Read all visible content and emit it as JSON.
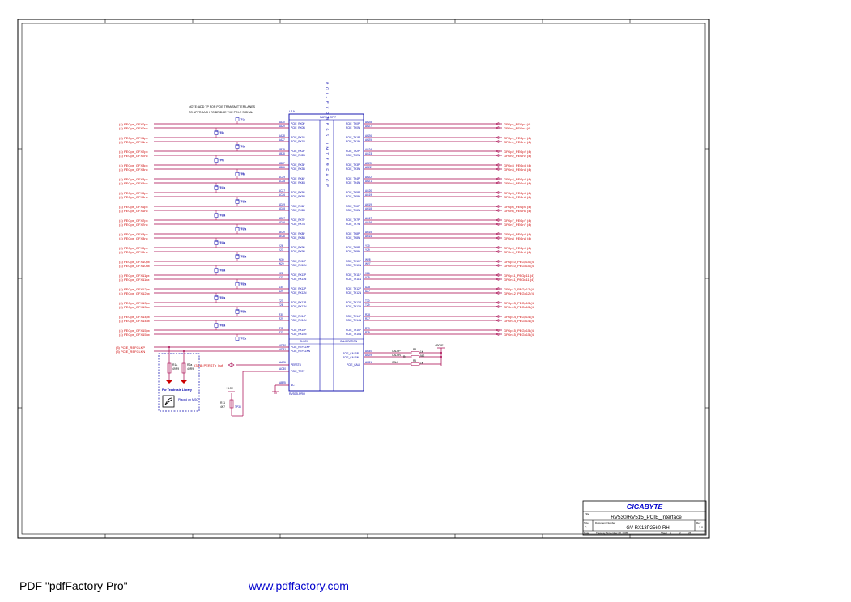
{
  "schematic": {
    "note_lines": [
      "NOTE: ADD TP FOR PCIE TRANSMITTER LANES",
      "TO APPROACH TO BRIDGE THE PCI-E SIGNAL"
    ],
    "chip": {
      "ref": "U1A",
      "header": "PART 1 OF 7",
      "part_number": "RV515-PRO",
      "vertical_label": "PCI-EXPRESS INTERFACE",
      "sect_left": "CLOCK",
      "sect_right": "CALIBRATION"
    },
    "rx_pairs": [
      {
        "net_p": "(4) PEGpx_GFX0px",
        "net_n": "(4) PEGpx_GFX0nx",
        "pin_p": "PCIE_RX0P",
        "pin_n": "PCIE_RX0N",
        "ball_p": "AA30",
        "ball_n": "AA29",
        "tp_a": "TP1a",
        "tp_b": "TP2a"
      },
      {
        "net_p": "(4) PEGpx_GFX1px",
        "net_n": "(4) PEGpx_GFX1nx",
        "pin_p": "PCIE_RX1P",
        "pin_n": "PCIE_RX1N",
        "ball_p": "AA28",
        "ball_n": "AA27",
        "tp_a": "TP3a",
        "tp_b": "TP4a"
      },
      {
        "net_p": "(4) PEGpx_GFX2px",
        "net_n": "(4) PEGpx_GFX2nx",
        "pin_p": "PCIE_RX2P",
        "pin_n": "PCIE_RX2N",
        "ball_p": "AB29",
        "ball_n": "AB28",
        "tp_a": "TP5a",
        "tp_b": "TP6a"
      },
      {
        "net_p": "(4) PEGpx_GFX3px",
        "net_n": "(4) PEGpx_GFX3nx",
        "pin_p": "PCIE_RX3P",
        "pin_n": "PCIE_RX3N",
        "ball_p": "AB27",
        "ball_n": "AB26",
        "tp_a": "TP7a",
        "tp_b": "TP8a"
      },
      {
        "net_p": "(4) PEGpx_GFX4px",
        "net_n": "(4) PEGpx_GFX4nx",
        "pin_p": "PCIE_RX4P",
        "pin_n": "PCIE_RX4N",
        "ball_p": "AC29",
        "ball_n": "AC28",
        "tp_a": "TP9a",
        "tp_b": "TP10a"
      },
      {
        "net_p": "(4) PEGpx_GFX5px",
        "net_n": "(4) PEGpx_GFX5nx",
        "pin_p": "PCIE_RX5P",
        "pin_n": "PCIE_RX5N",
        "ball_p": "AC27",
        "ball_n": "AC26",
        "tp_a": "TP11a",
        "tp_b": "TP12a"
      },
      {
        "net_p": "(4) PEGpx_GFX6px",
        "net_n": "(4) PEGpx_GFX6nx",
        "pin_p": "PCIE_RX6P",
        "pin_n": "PCIE_RX6N",
        "ball_p": "AD29",
        "ball_n": "AD28",
        "tp_a": "TP13a",
        "tp_b": "TP14a"
      },
      {
        "net_p": "(4) PEGpx_GFX7px",
        "net_n": "(4) PEGpx_GFX7nx",
        "pin_p": "PCIE_RX7P",
        "pin_n": "PCIE_RX7N",
        "ball_p": "AD27",
        "ball_n": "AD26",
        "tp_a": "TP15a",
        "tp_b": "TP16a"
      },
      {
        "net_p": "(4) PEGpx_GFX8px",
        "net_n": "(4) PEGpx_GFX8nx",
        "pin_p": "PCIE_RX8P",
        "pin_n": "PCIE_RX8N",
        "ball_p": "AE29",
        "ball_n": "AE28",
        "tp_a": "TP17a",
        "tp_b": "TP18a"
      },
      {
        "net_p": "(4) PEGpx_GFX9px",
        "net_n": "(4) PEGpx_GFX9nx",
        "pin_p": "PCIE_RX9P",
        "pin_n": "PCIE_RX9N",
        "ball_p": "Y26",
        "ball_n": "Y27",
        "tp_a": "TP19a",
        "tp_b": "TP20a"
      },
      {
        "net_p": "(4) PEGpx_GFX10px",
        "net_n": "(4) PEGpx_GFX10nx",
        "pin_p": "PCIE_RX10P",
        "pin_n": "PCIE_RX10N",
        "ball_p": "W30",
        "ball_n": "W29",
        "tp_a": "TP21a",
        "tp_b": "TP22a"
      },
      {
        "net_p": "(4) PEGpx_GFX11px",
        "net_n": "(4) PEGpx_GFX11nx",
        "pin_p": "PCIE_RX11P",
        "pin_n": "PCIE_RX11N",
        "ball_p": "V28",
        "ball_n": "V27",
        "tp_a": "TP23a",
        "tp_b": "TP24a"
      },
      {
        "net_p": "(4) PEGpx_GFX12px",
        "net_n": "(4) PEGpx_GFX12nx",
        "pin_p": "PCIE_RX12P",
        "pin_n": "PCIE_RX12N",
        "ball_p": "U30",
        "ball_n": "U29",
        "tp_a": "TP25a",
        "tp_b": "TP26a"
      },
      {
        "net_p": "(4) PEGpx_GFX13px",
        "net_n": "(4) PEGpx_GFX13nx",
        "pin_p": "PCIE_RX13P",
        "pin_n": "PCIE_RX13N",
        "ball_p": "T27",
        "ball_n": "T26",
        "tp_a": "TP27a",
        "tp_b": "TP28a"
      },
      {
        "net_p": "(4) PEGpx_GFX14px",
        "net_n": "(4) PEGpx_GFX14nx",
        "pin_p": "PCIE_RX14P",
        "pin_n": "PCIE_RX14N",
        "ball_p": "R30",
        "ball_n": "R29",
        "tp_a": "TP29a",
        "tp_b": "TP30a"
      },
      {
        "net_p": "(4) PEGpx_GFX15px",
        "net_n": "(4) PEGpx_GFX15nx",
        "pin_p": "PCIE_RX15P",
        "pin_n": "PCIE_RX15N",
        "ball_p": "P28",
        "ball_n": "P27",
        "tp_a": "TP31a",
        "tp_b": "TP32a"
      }
    ],
    "tx_pairs": [
      {
        "pin_p": "PCIE_TX0P",
        "pin_n": "PCIE_TX0N",
        "ball_p": "AH28",
        "ball_n": "AH27",
        "net_p": "GFXpx_PEGpx (4)",
        "net_n": "GFXnx_PEGnx (4)"
      },
      {
        "pin_p": "PCIE_TX1P",
        "pin_n": "PCIE_TX1N",
        "ball_p": "AH26",
        "ball_n": "AH25",
        "net_p": "GFXp1_PEGp1 (4)",
        "net_n": "GFXn1_PEGn1 (4)"
      },
      {
        "pin_p": "PCIE_TX2P",
        "pin_n": "PCIE_TX2N",
        "ball_p": "AG24",
        "ball_n": "AG23",
        "net_p": "GFXp2_PEGp2 (4)",
        "net_n": "GFXn2_PEGn2 (4)"
      },
      {
        "pin_p": "PCIE_TX3P",
        "pin_n": "PCIE_TX3N",
        "ball_p": "AF23",
        "ball_n": "AF22",
        "net_p": "GFXp3_PEGp3 (4)",
        "net_n": "GFXn3_PEGn3 (4)"
      },
      {
        "pin_p": "PCIE_TX4P",
        "pin_n": "PCIE_TX4N",
        "ball_p": "AH22",
        "ball_n": "AH21",
        "net_p": "GFXp4_PEGp4 (4)",
        "net_n": "GFXn4_PEGn4 (4)"
      },
      {
        "pin_p": "PCIE_TX5P",
        "pin_n": "PCIE_TX5N",
        "ball_p": "AG20",
        "ball_n": "AG19",
        "net_p": "GFXp5_PEGp5 (4)",
        "net_n": "GFXn5_PEGn5 (4)"
      },
      {
        "pin_p": "PCIE_TX6P",
        "pin_n": "PCIE_TX6N",
        "ball_p": "AH19",
        "ball_n": "AH18",
        "net_p": "GFXp6_PEGp6 (4)",
        "net_n": "GFXn6_PEGn6 (4)"
      },
      {
        "pin_p": "PCIE_TX7P",
        "pin_n": "PCIE_TX7N",
        "ball_p": "AG17",
        "ball_n": "AG16",
        "net_p": "GFXp7_PEGp7 (4)",
        "net_n": "GFXn7_PEGn7 (4)"
      },
      {
        "pin_p": "PCIE_TX8P",
        "pin_n": "PCIE_TX8N",
        "ball_p": "AH15",
        "ball_n": "AH14",
        "net_p": "GFXp8_PEGp8 (4)",
        "net_n": "GFXn8_PEGn8 (4)"
      },
      {
        "pin_p": "PCIE_TX9P",
        "pin_n": "PCIE_TX9N",
        "ball_p": "Y30",
        "ball_n": "Y29",
        "net_p": "GFXp9_PEGp9 (4)",
        "net_n": "GFXn9_PEGn9 (4)"
      },
      {
        "pin_p": "PCIE_TX10P",
        "pin_n": "PCIE_TX10N",
        "ball_p": "W28",
        "ball_n": "W27",
        "net_p": "GFXp10_PEGp10 (4)",
        "net_n": "GFXn10_PEGn10 (4)"
      },
      {
        "pin_p": "PCIE_TX11P",
        "pin_n": "PCIE_TX11N",
        "ball_p": "V26",
        "ball_n": "V25",
        "net_p": "GFXp11_PEGp11 (4)",
        "net_n": "GFXn11_PEGn11 (4)"
      },
      {
        "pin_p": "PCIE_TX12P",
        "pin_n": "PCIE_TX12N",
        "ball_p": "U28",
        "ball_n": "U27",
        "net_p": "GFXp12_PEGp12 (4)",
        "net_n": "GFXn12_PEGn12 (4)"
      },
      {
        "pin_p": "PCIE_TX13P",
        "pin_n": "PCIE_TX13N",
        "ball_p": "T30",
        "ball_n": "T29",
        "net_p": "GFXp13_PEGp13 (4)",
        "net_n": "GFXn13_PEGn13 (4)"
      },
      {
        "pin_p": "PCIE_TX14P",
        "pin_n": "PCIE_TX14N",
        "ball_p": "R28",
        "ball_n": "R27",
        "net_p": "GFXp14_PEGp14 (4)",
        "net_n": "GFXn14_PEGn14 (4)"
      },
      {
        "pin_p": "PCIE_TX15P",
        "pin_n": "PCIE_TX15N",
        "ball_p": "P30",
        "ball_n": "P29",
        "net_p": "GFXp15_PEGp15 (4)",
        "net_n": "GFXn15_PEGn15 (4)"
      }
    ],
    "refclk": {
      "net_p": "(3) PCIE_REFCLKP",
      "net_n": "(3) PCIE_REFCLKN",
      "pin_p": "PCIE_REFCLKP",
      "pin_n": "PCIE_REFCLKN",
      "ball_p": "AD30",
      "ball_n": "AD31"
    },
    "perst": {
      "net": "(3,18) PERSTb_buf",
      "pin": "PERSTB",
      "ball": "AA26"
    },
    "pcie_test": {
      "pin": "PCIE_TEST",
      "ball": "AC30"
    },
    "nc": {
      "pin": "NC",
      "ball": "AB25"
    },
    "cal": {
      "pin_p": "PCIE_CALRP",
      "pin_n": "PCIE_CALRN",
      "pin_i": "PCIE_CALI",
      "ball_p": "AH30",
      "ball_n": "AH29",
      "ball_i": "AH31",
      "r1": "R3",
      "r1_val": "1K",
      "r2": "R4",
      "r2_val": "562",
      "r3": "R5",
      "r3_val": "1K",
      "net_p": "CALRP",
      "net_n": "CALRN",
      "net_i": "CALI",
      "rail": "+PCIE"
    },
    "lib_box": {
      "title": "For Teddrosis Library",
      "r_a": "R1a",
      "r_a_val": "49R9",
      "r_b": "R2a",
      "r_b_val": "49R9",
      "label": "Placed on MSC"
    },
    "pull": {
      "rail": "+3.3V",
      "ref": "R11",
      "val": "4K7",
      "tp": "TP33"
    }
  },
  "title_block": {
    "company": "GIGABYTE",
    "title_label": "Title",
    "title": "RV530/RV515_PCIE_Interface",
    "size_label": "Size",
    "size": "C",
    "doc_label": "Document Number",
    "doc": "GV-RX13P2560-RH",
    "rev_label": "Rev",
    "rev": "1.0",
    "date_label": "Date:",
    "date": "Tuesday, November 08, 2005",
    "sheet_label": "Sheet",
    "sheet": "4",
    "of_label": "of",
    "sheet_total": "26"
  },
  "footer": {
    "left": "PDF  \"pdfFactory Pro\"",
    "right": "www.pdffactory.com"
  },
  "colors": {
    "wire": "#a6004a",
    "text": "#cc0000",
    "blue": "#0000aa",
    "green": "#008000",
    "frame": "#000000"
  }
}
